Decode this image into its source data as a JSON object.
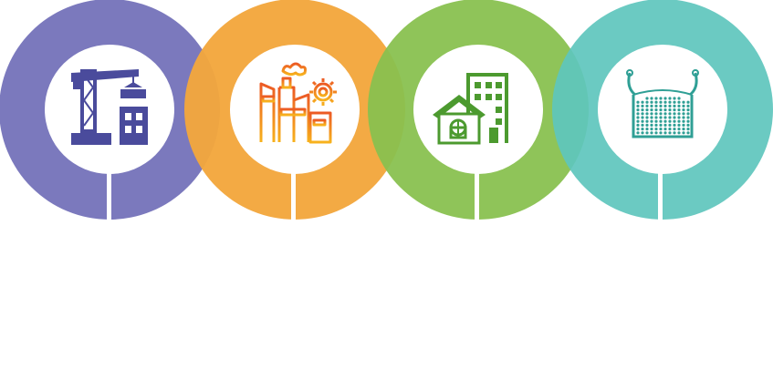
{
  "items": [
    {
      "id": "construction",
      "color": "#7b79bd",
      "icon": "crane-building-icon",
      "caption": ""
    },
    {
      "id": "industry",
      "color": "#f2a73c",
      "icon": "factory-gear-icon",
      "caption": ""
    },
    {
      "id": "real-estate",
      "color": "#88c04f",
      "icon": "house-building-icon",
      "caption": ""
    },
    {
      "id": "mesh",
      "color": "#5ec6bd",
      "icon": "mesh-net-icon",
      "caption": ""
    }
  ]
}
